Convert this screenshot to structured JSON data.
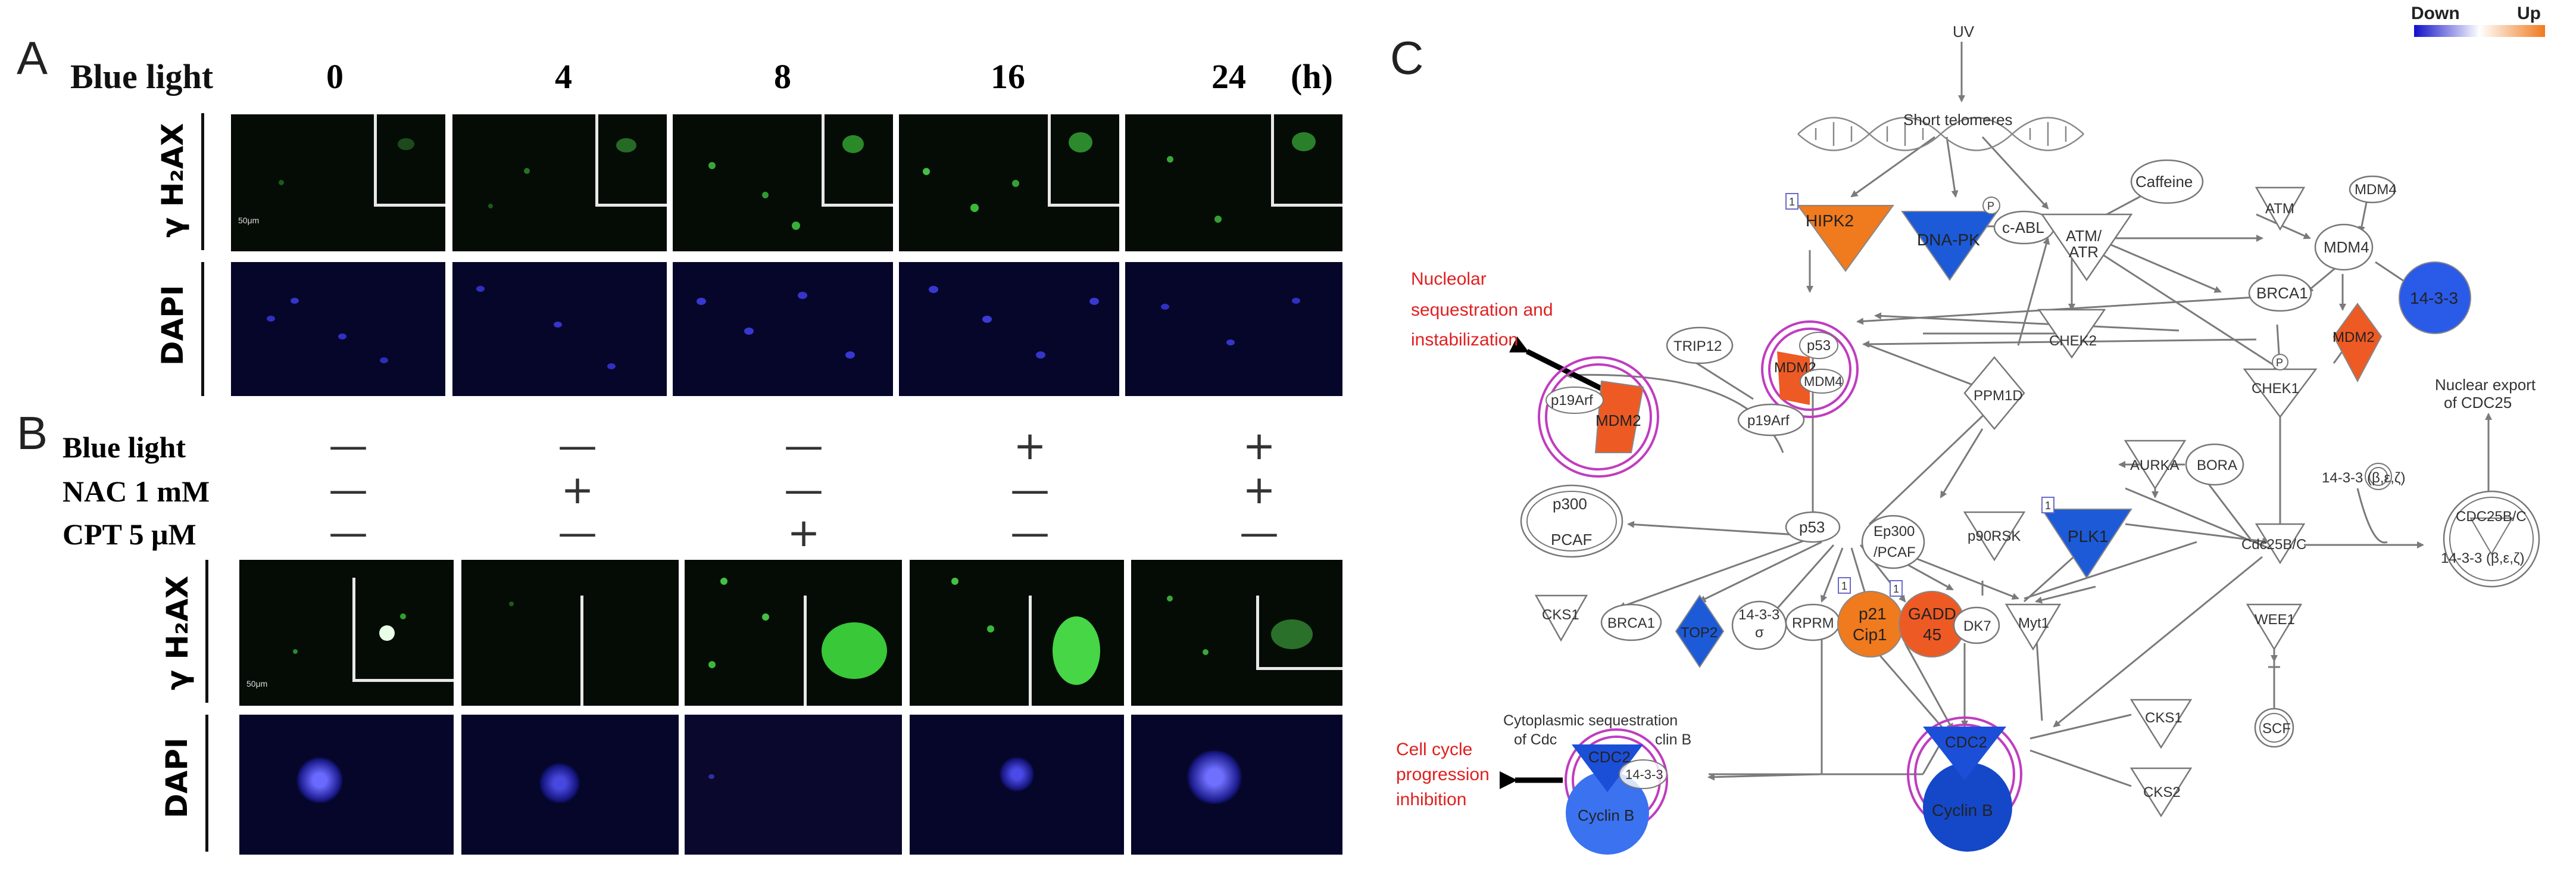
{
  "panels": {
    "a_letter": "A",
    "b_letter": "B",
    "c_letter": "C"
  },
  "panel_a": {
    "header_label": "Blue light",
    "time_points": [
      "0",
      "4",
      "8",
      "16",
      "24"
    ],
    "time_unit": "(h)",
    "row_labels": [
      "γ H₂AX",
      "DAPI"
    ],
    "scale_bar": "50μm"
  },
  "panel_b": {
    "conditions": [
      {
        "label": "Blue light",
        "values": [
          "—",
          "—",
          "—",
          "+",
          "+"
        ]
      },
      {
        "label": "NAC 1 mM",
        "values": [
          "—",
          "+",
          "—",
          "—",
          "+"
        ]
      },
      {
        "label": "CPT 5 μM",
        "values": [
          "—",
          "—",
          "+",
          "—",
          "—"
        ]
      }
    ],
    "row_labels": [
      "γ H₂AX",
      "DAPI"
    ],
    "scale_bar": "50μm"
  },
  "panel_c": {
    "legend": {
      "down": "Down",
      "up": "Up"
    },
    "colors": {
      "down": "#1c4fd8",
      "up": "#f07a1e",
      "strong_up": "#ee5a24",
      "line": "#7a7a7a",
      "complex": "#c03cc0",
      "red_text": "#e02020"
    },
    "annotations": {
      "nucleolar": [
        "Nucleolar",
        "sequestration and",
        "instabilization"
      ],
      "cell_cycle": [
        "Cell cycle",
        "progression",
        "inhibition"
      ],
      "nuclear_export": [
        "Nuclear export",
        "of CDC25"
      ],
      "cytoplasmic": [
        "Cytoplasmic sequestration",
        "of Cdc",
        "clin B"
      ]
    },
    "nodes": {
      "uv": "UV",
      "short_telomeres": "Short telomeres",
      "caffeine": "Caffeine",
      "hipk2": "HIPK2",
      "dna_pk": "DNA-PK",
      "c_abl": "c-ABL",
      "p_badge": "P",
      "atm_atr": [
        "ATM/",
        "ATR"
      ],
      "atm": "ATM",
      "mdm4_top": "MDM4",
      "mdm4_mid": "MDM4",
      "n1433_right": "14-3-3",
      "brca1_right": "BRCA1",
      "chek2": "CHEK2",
      "chek1": "CHEK1",
      "mdm2_right": "MDM2",
      "trip12": "TRIP12",
      "p19arf_complex": "p19Arf",
      "mdm2_left": "MDM2",
      "p53_complex": "p53",
      "mdm2_complex": "MDM2",
      "mdm4_complex": "MDM4",
      "p19arf": "p19Arf",
      "ppm1d": "PPM1D",
      "p300_pcaf": [
        "p300",
        "PCAF"
      ],
      "p53": "p53",
      "ep300_pcaf": [
        "Ep300",
        "/PCAF"
      ],
      "aurka": "AURKA",
      "bora": "BORA",
      "n1433_bez": "14-3-3 (β,ε,ζ)",
      "p90rsk": "p90RSK",
      "plk1": "PLK1",
      "cdc25bc": "Cdc25B/C",
      "cdc25bc_complex": "CDC25B/C",
      "n1433_bez_complex": "14-3-3 (β,ε,ζ)",
      "cks1_left": "CKS1",
      "brca1_bottom": "BRCA1",
      "top2": "TOP2",
      "n1433_sigma": [
        "14-3-3",
        "σ"
      ],
      "rprm": "RPRM",
      "p21": [
        "p21",
        "Cip1"
      ],
      "gadd45": [
        "GADD",
        "45"
      ],
      "dk7": "DK7",
      "myt1": "Myt1",
      "wee1": "WEE1",
      "scf": "SCF",
      "cdc2_left": "CDC2",
      "n1433_small": "14-3-3",
      "cyclinb_left": "Cyclin B",
      "cdc2_right": "CDC2",
      "cyclinb_right": "Cyclin B",
      "cks1_right": "CKS1",
      "cks2": "CKS2",
      "badge_1": "1"
    }
  }
}
